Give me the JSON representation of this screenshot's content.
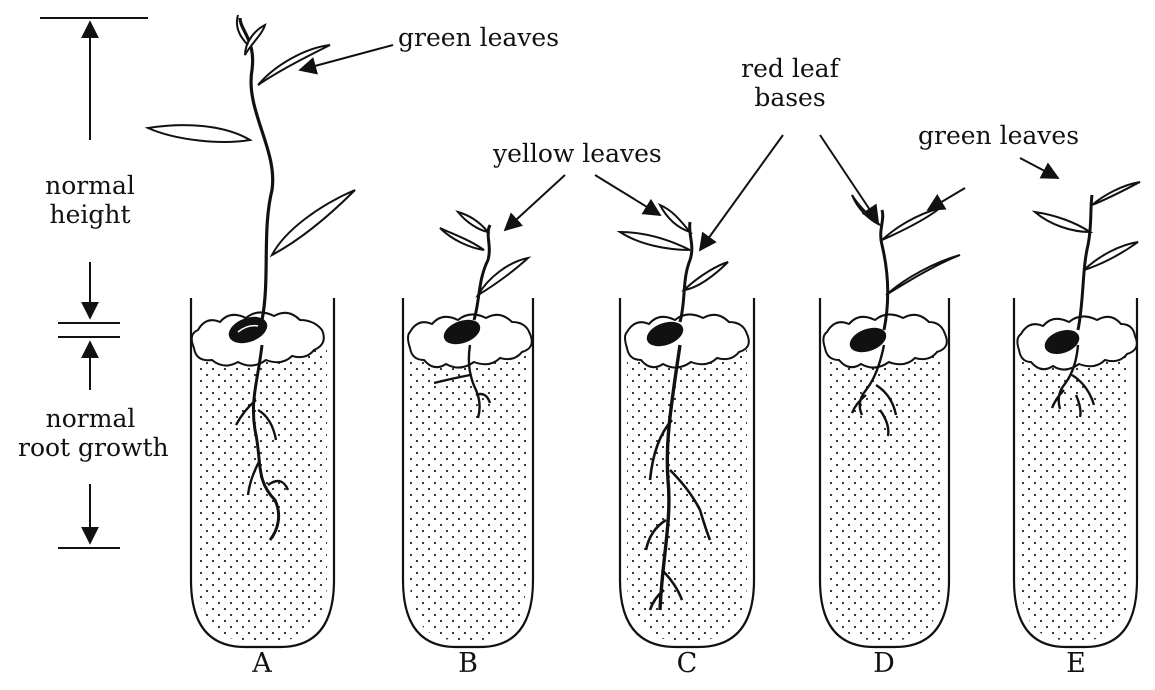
{
  "labels": {
    "normal_height_line1": "normal",
    "normal_height_line2": "height",
    "normal_root_line1": "normal",
    "normal_root_line2": "root growth",
    "green_leaves_a": "green leaves",
    "yellow_leaves": "yellow leaves",
    "red_leaf_line1": "red leaf",
    "red_leaf_line2": "bases",
    "green_leaves_e": "green leaves"
  },
  "tubes": [
    "A",
    "B",
    "C",
    "D",
    "E"
  ]
}
